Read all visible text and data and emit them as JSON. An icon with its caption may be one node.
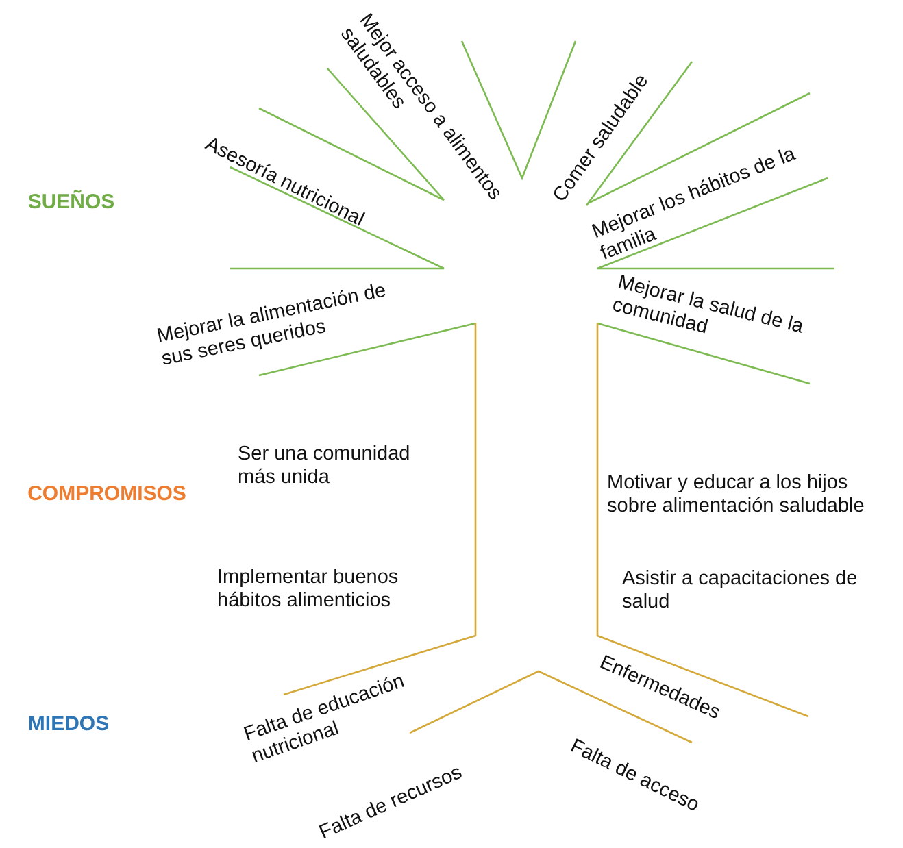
{
  "diagram": {
    "labels": [
      "SUEÑOS",
      "Asesoría nutricional",
      "Mejor acceso a alimentos saludables",
      "Comer saludable",
      "Mejorar los hábitos de la familia",
      "Mejorar la alimentación de sus seres queridos",
      "Mejorar la salud de la comunidad",
      "Ser una comunidad más unida",
      "COMPROMISOS",
      "Motivar y educar a los hijos sobre alimentación saludable",
      "Implementar buenos hábitos alimenticios",
      "Asistir a capacitaciones de salud",
      "MIEDOS",
      "Enfermedades",
      "Falta de educación nutricional",
      "Falta de recursos",
      "Falta de acceso"
    ]
  }
}
